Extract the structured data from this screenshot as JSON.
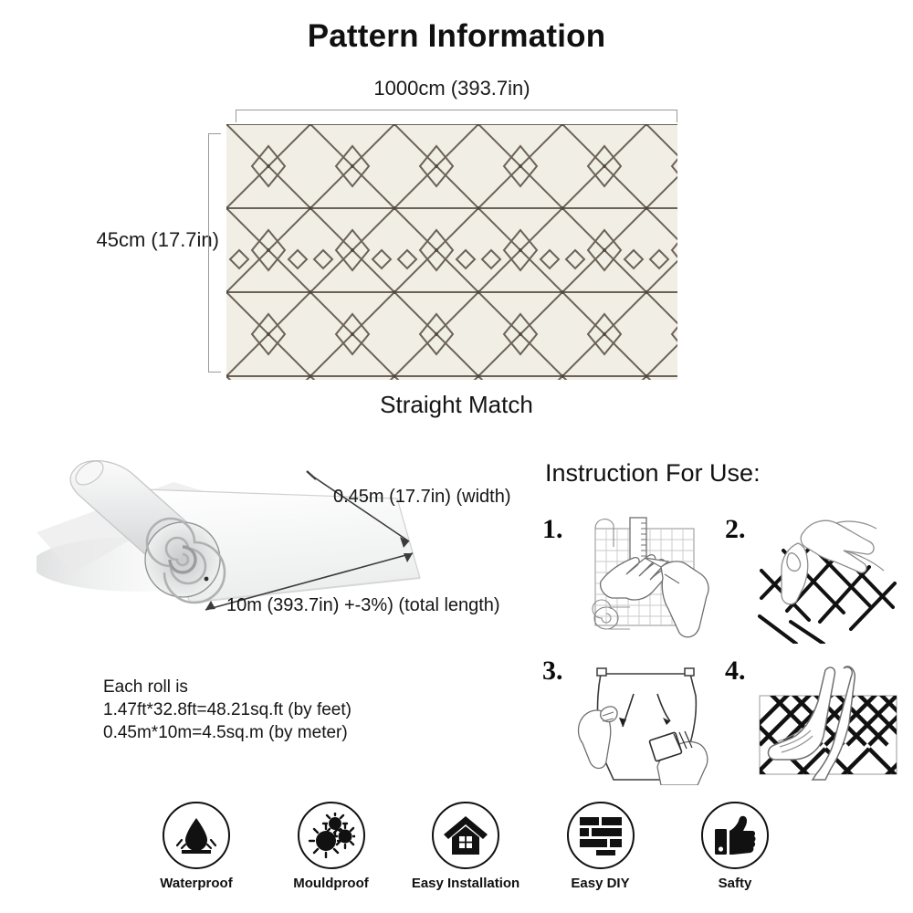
{
  "pattern_section": {
    "title": "Pattern Information",
    "top_dimension": "1000cm (393.7in)",
    "left_dimension": "45cm (17.7in)",
    "match_type": "Straight Match",
    "swatch": {
      "background_color": "#f1eee5",
      "line_color": "#6b6358",
      "motif": "diamond-lattice"
    }
  },
  "roll_section": {
    "width_label": "0.45m (17.7in) (width)",
    "length_label": "10m (393.7in) +-3%) (total length)",
    "info_lines": [
      "Each roll is",
      "1.47ft*32.8ft=48.21sq.ft (by feet)",
      "0.45m*10m=4.5sq.m (by meter)"
    ]
  },
  "instructions": {
    "title": "Instruction For Use:",
    "steps": [
      {
        "number": "1.",
        "icon": "measure-and-cut-icon"
      },
      {
        "number": "2.",
        "icon": "peel-backing-icon"
      },
      {
        "number": "3.",
        "icon": "squeegee-smooth-icon"
      },
      {
        "number": "4.",
        "icon": "press-to-wall-icon"
      }
    ]
  },
  "features": [
    {
      "label": "Waterproof",
      "icon": "water-drop-icon"
    },
    {
      "label": "Mouldproof",
      "icon": "mould-spore-icon"
    },
    {
      "label": "Easy Installation",
      "icon": "house-icon"
    },
    {
      "label": "Easy DIY",
      "icon": "brick-wall-icon"
    },
    {
      "label": "Safty",
      "icon": "thumbs-up-icon"
    }
  ]
}
